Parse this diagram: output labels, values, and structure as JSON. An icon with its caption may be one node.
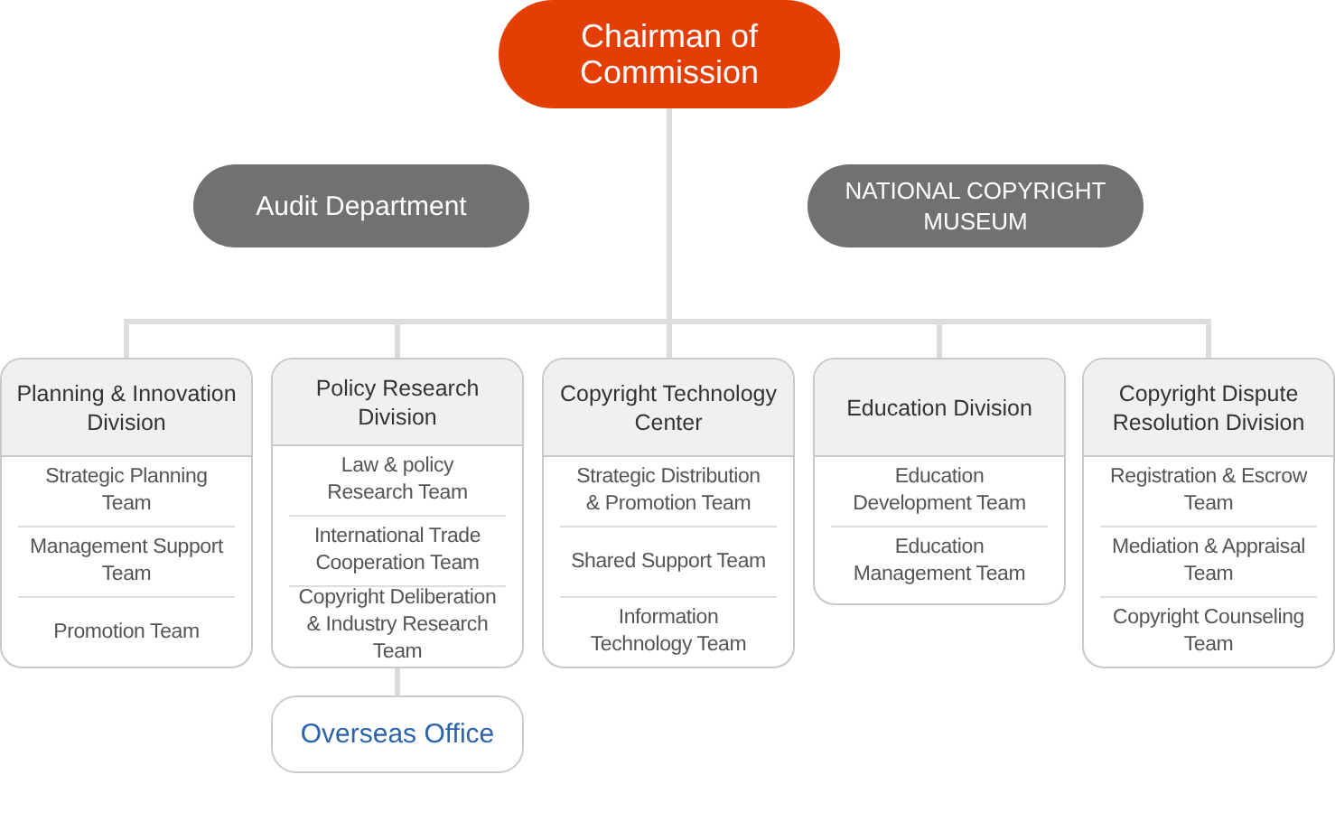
{
  "diagram": {
    "nodes": [
      {
        "text": [
          "Chairman of Commission"
        ]
      },
      {
        "text": [
          "Audit Department"
        ]
      },
      {
        "text": [
          "NATIONAL COPYRIGHT MUSEUM"
        ]
      },
      {
        "text": [
          "Planning & Innovation Division",
          "Strategic Planning Team",
          "Management Support Team",
          "Promotion Team"
        ]
      },
      {
        "text": [
          "Policy Research Division",
          "Law & policy Research Team",
          "International Trade Cooperation Team",
          "Copyright Deliberation & Industry Research Team"
        ]
      },
      {
        "text": [
          "Copyright Technology Center",
          "Strategic Distribution & Promotion Team",
          "Shared Support Team",
          "Information Technology Team"
        ]
      },
      {
        "text": [
          "Education Division",
          "Education Development Team",
          "Education Management Team"
        ]
      },
      {
        "text": [
          "Copyright Dispute Resolution Division",
          "Registration & Escrow Team",
          "Mediation & Appraisal Team",
          "Copyright Counseling Team"
        ]
      },
      {
        "text": [
          "Overseas Office"
        ]
      }
    ],
    "edges": [
      {
        "from": 0,
        "to": 3,
        "arrow": "none"
      },
      {
        "from": 0,
        "to": 4,
        "arrow": "none"
      },
      {
        "from": 0,
        "to": 5,
        "arrow": "none"
      },
      {
        "from": 0,
        "to": 6,
        "arrow": "none"
      },
      {
        "from": 0,
        "to": 7,
        "arrow": "none"
      },
      {
        "from": 4,
        "to": 8,
        "arrow": "none"
      }
    ]
  }
}
